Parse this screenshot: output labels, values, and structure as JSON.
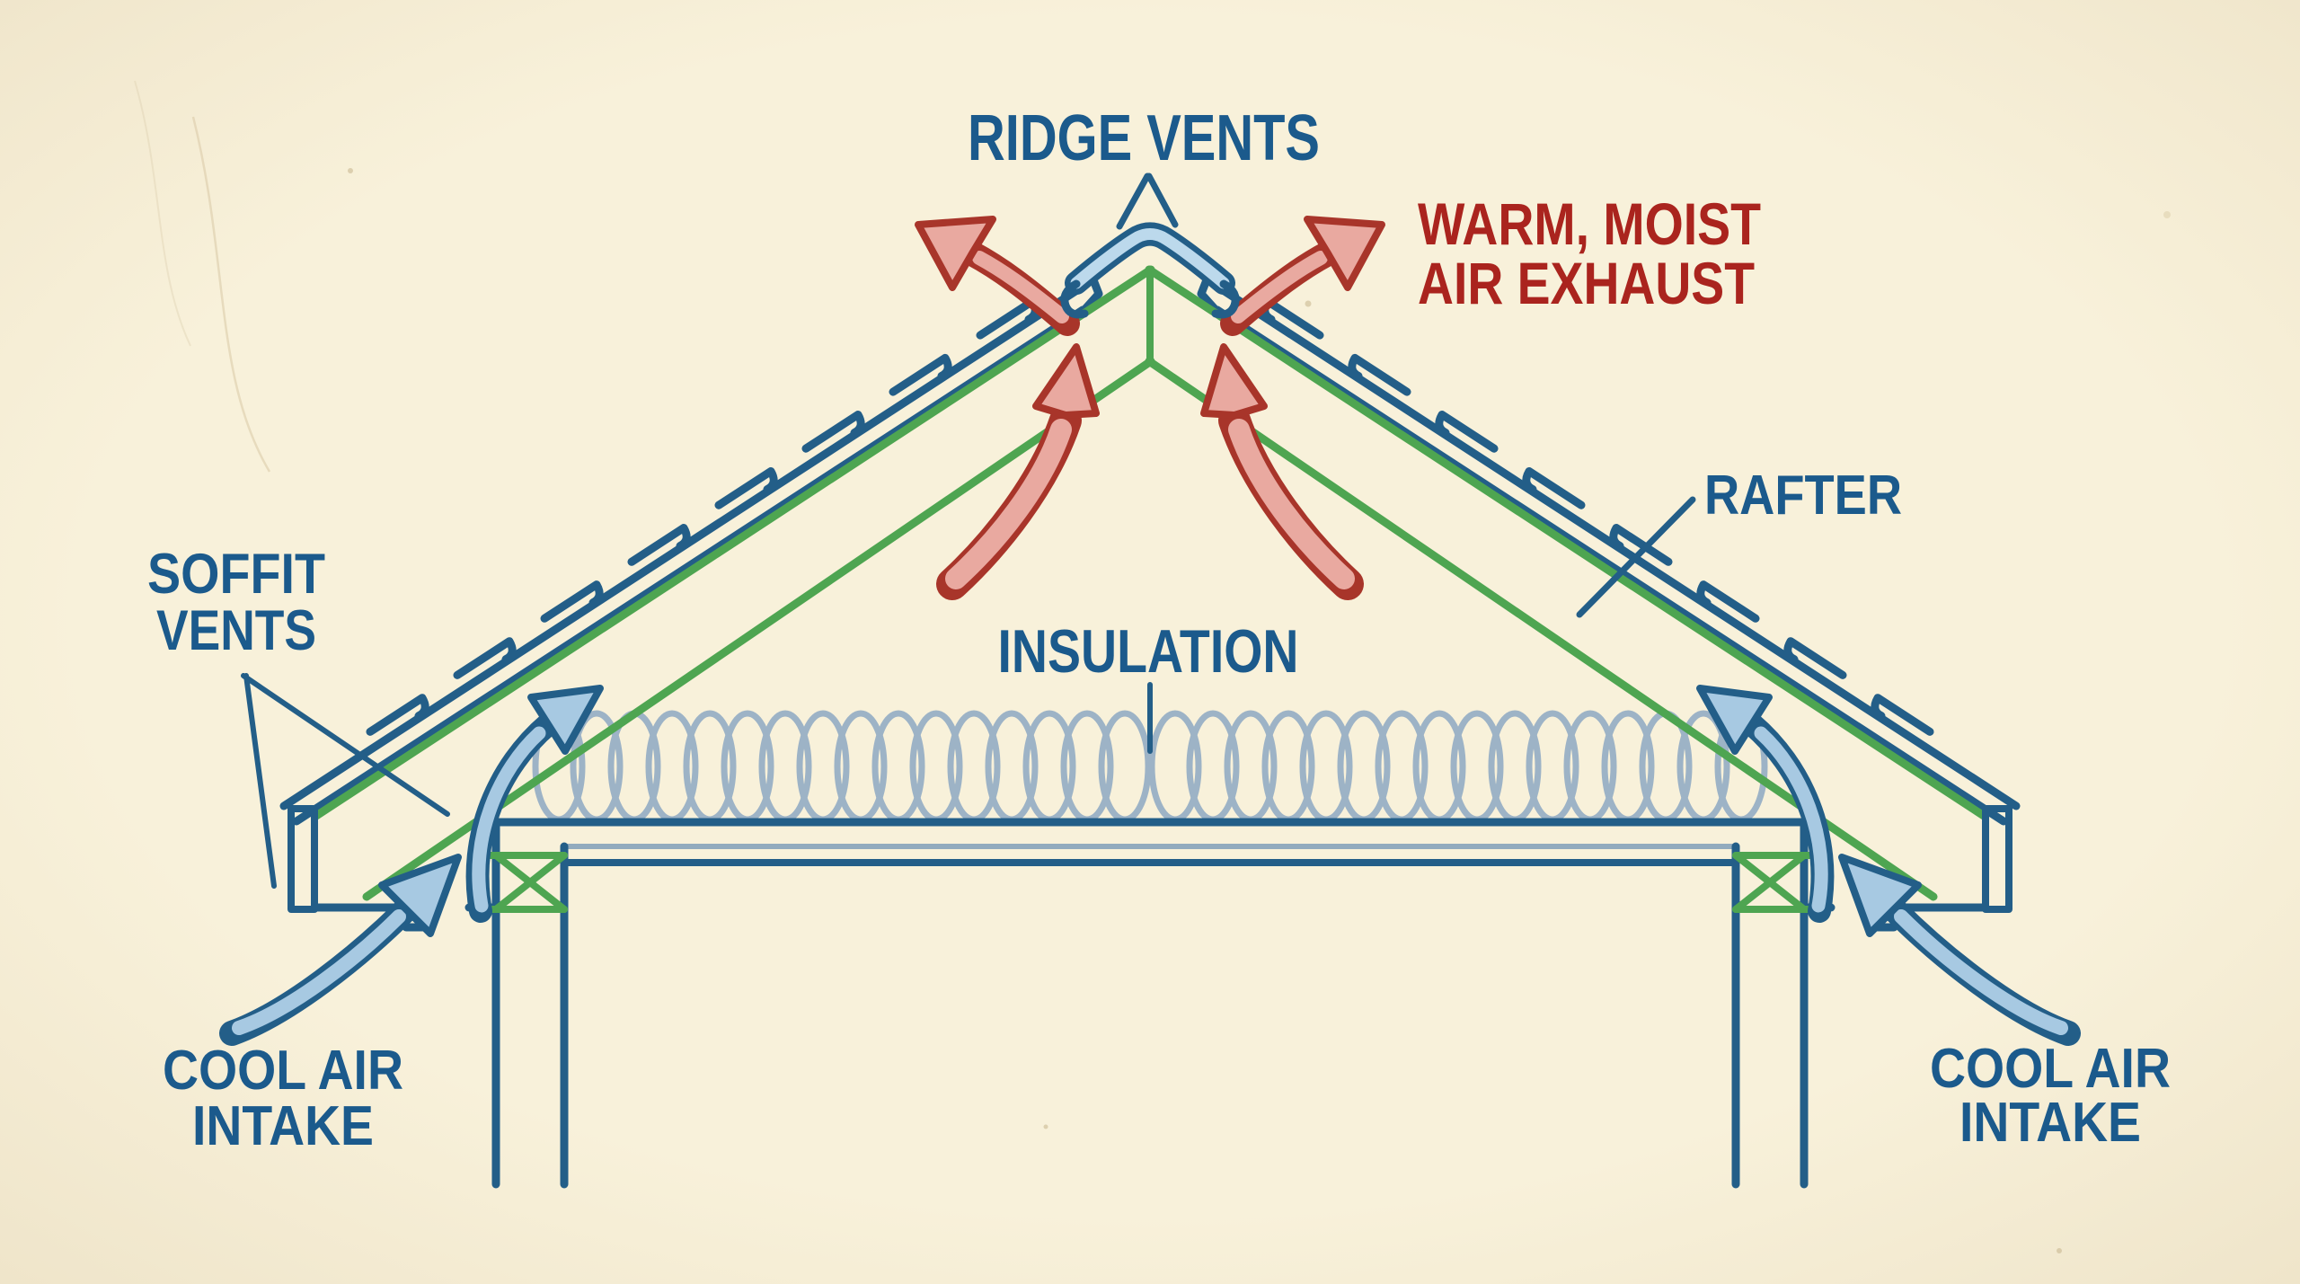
{
  "labels": {
    "ridge_vents": "RIDGE VENTS",
    "warm_moist_air_exhaust_line1": "WARM, MOIST",
    "warm_moist_air_exhaust_line2": "AIR EXHAUST",
    "rafter": "RAFTER",
    "soffit_vents_line1": "SOFFIT",
    "soffit_vents_line2": "VENTS",
    "insulation": "INSULATION",
    "cool_air_intake_left_line1": "COOL AIR",
    "cool_air_intake_left_line2": "INTAKE",
    "cool_air_intake_right_line1": "COOL AIR",
    "cool_air_intake_right_line2": "INTAKE"
  },
  "colors": {
    "paper": "#f8f1da",
    "line_blue": "#235e88",
    "text_blue": "#1b5a8c",
    "arrow_blue_fill": "#a7c9e2",
    "ridge_cap_fill": "#bcd9ec",
    "green": "#4ea551",
    "insulation_gray": "#9db3c6",
    "red_dark": "#a8352a",
    "red_fill": "#e9a9a0",
    "text_red": "#aa241e"
  }
}
